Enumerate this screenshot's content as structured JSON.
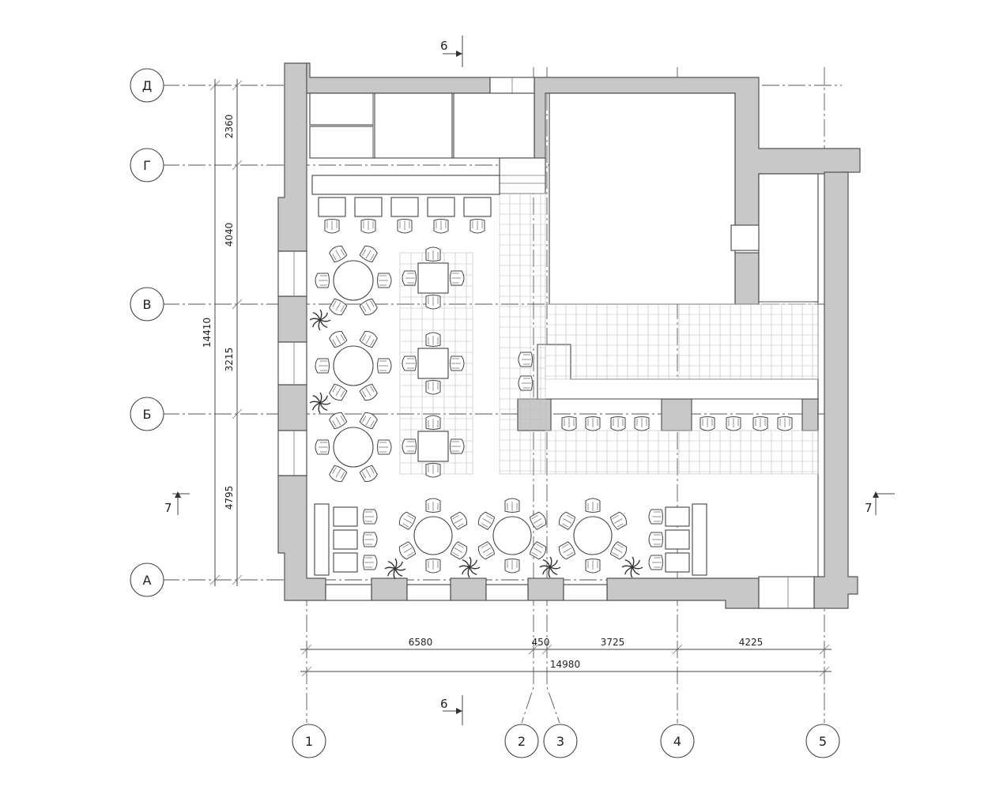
{
  "axes_rows": [
    {
      "key": "d",
      "label": "Д"
    },
    {
      "key": "g",
      "label": "Г"
    },
    {
      "key": "v",
      "label": "В"
    },
    {
      "key": "b",
      "label": "Б"
    },
    {
      "key": "a",
      "label": "А"
    }
  ],
  "axes_cols": [
    {
      "key": "c1",
      "label": "1"
    },
    {
      "key": "c2",
      "label": "2"
    },
    {
      "key": "c3",
      "label": "3"
    },
    {
      "key": "c4",
      "label": "4"
    },
    {
      "key": "c5",
      "label": "5"
    }
  ],
  "dims_vertical": {
    "d_g": "2360",
    "g_v": "4040",
    "v_b": "3215",
    "b_a": "4795",
    "total": "14410"
  },
  "dims_horizontal": {
    "c1_c2": "6580",
    "c2_c3": "450",
    "c3_c4": "3725",
    "c4_c5": "4225",
    "total": "14980"
  },
  "section_marks": {
    "top": "6",
    "bottom": "6",
    "left": "7",
    "right": "7"
  },
  "colors": {
    "wall": "#c8c8c8",
    "line": "#444444",
    "tile": "#bbbbbb"
  }
}
